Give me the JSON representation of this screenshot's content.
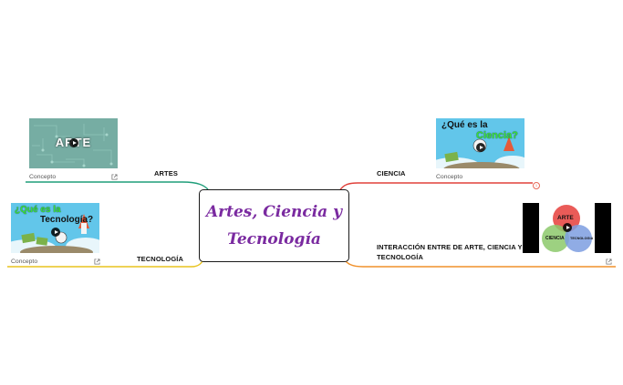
{
  "central_topic": {
    "line1": "Artes, Ciencia y",
    "line2": "Tecnología"
  },
  "branches": {
    "artes": {
      "label": "ARTES",
      "caption": "Concepto",
      "thumb_text": "ARTE",
      "color": "#1f9e7a"
    },
    "ciencia": {
      "label": "CIENCIA",
      "caption": "Concepto",
      "thumb_line1": "¿Qué es la",
      "thumb_line2": "Ciencia?",
      "color": "#e0403a",
      "badge": "1"
    },
    "tecnologia": {
      "label": "TECNOLOGÍA",
      "caption": "Concepto",
      "thumb_line1": "¿Qué es la",
      "thumb_line2": "Tecnología?",
      "color": "#e8c31e"
    },
    "interaccion": {
      "label_line1": "INTERACCIÓN ENTRE DE ARTE, CIENCIA Y",
      "label_line2": "TECNOLOGÍA",
      "venn": {
        "arte": "ARTE",
        "ciencia": "CIENCIA",
        "tecnologia": "TECNOLOGIA"
      },
      "color": "#f0902a"
    }
  },
  "icons": {
    "external_link": "external-link-icon",
    "play": "play-icon"
  }
}
